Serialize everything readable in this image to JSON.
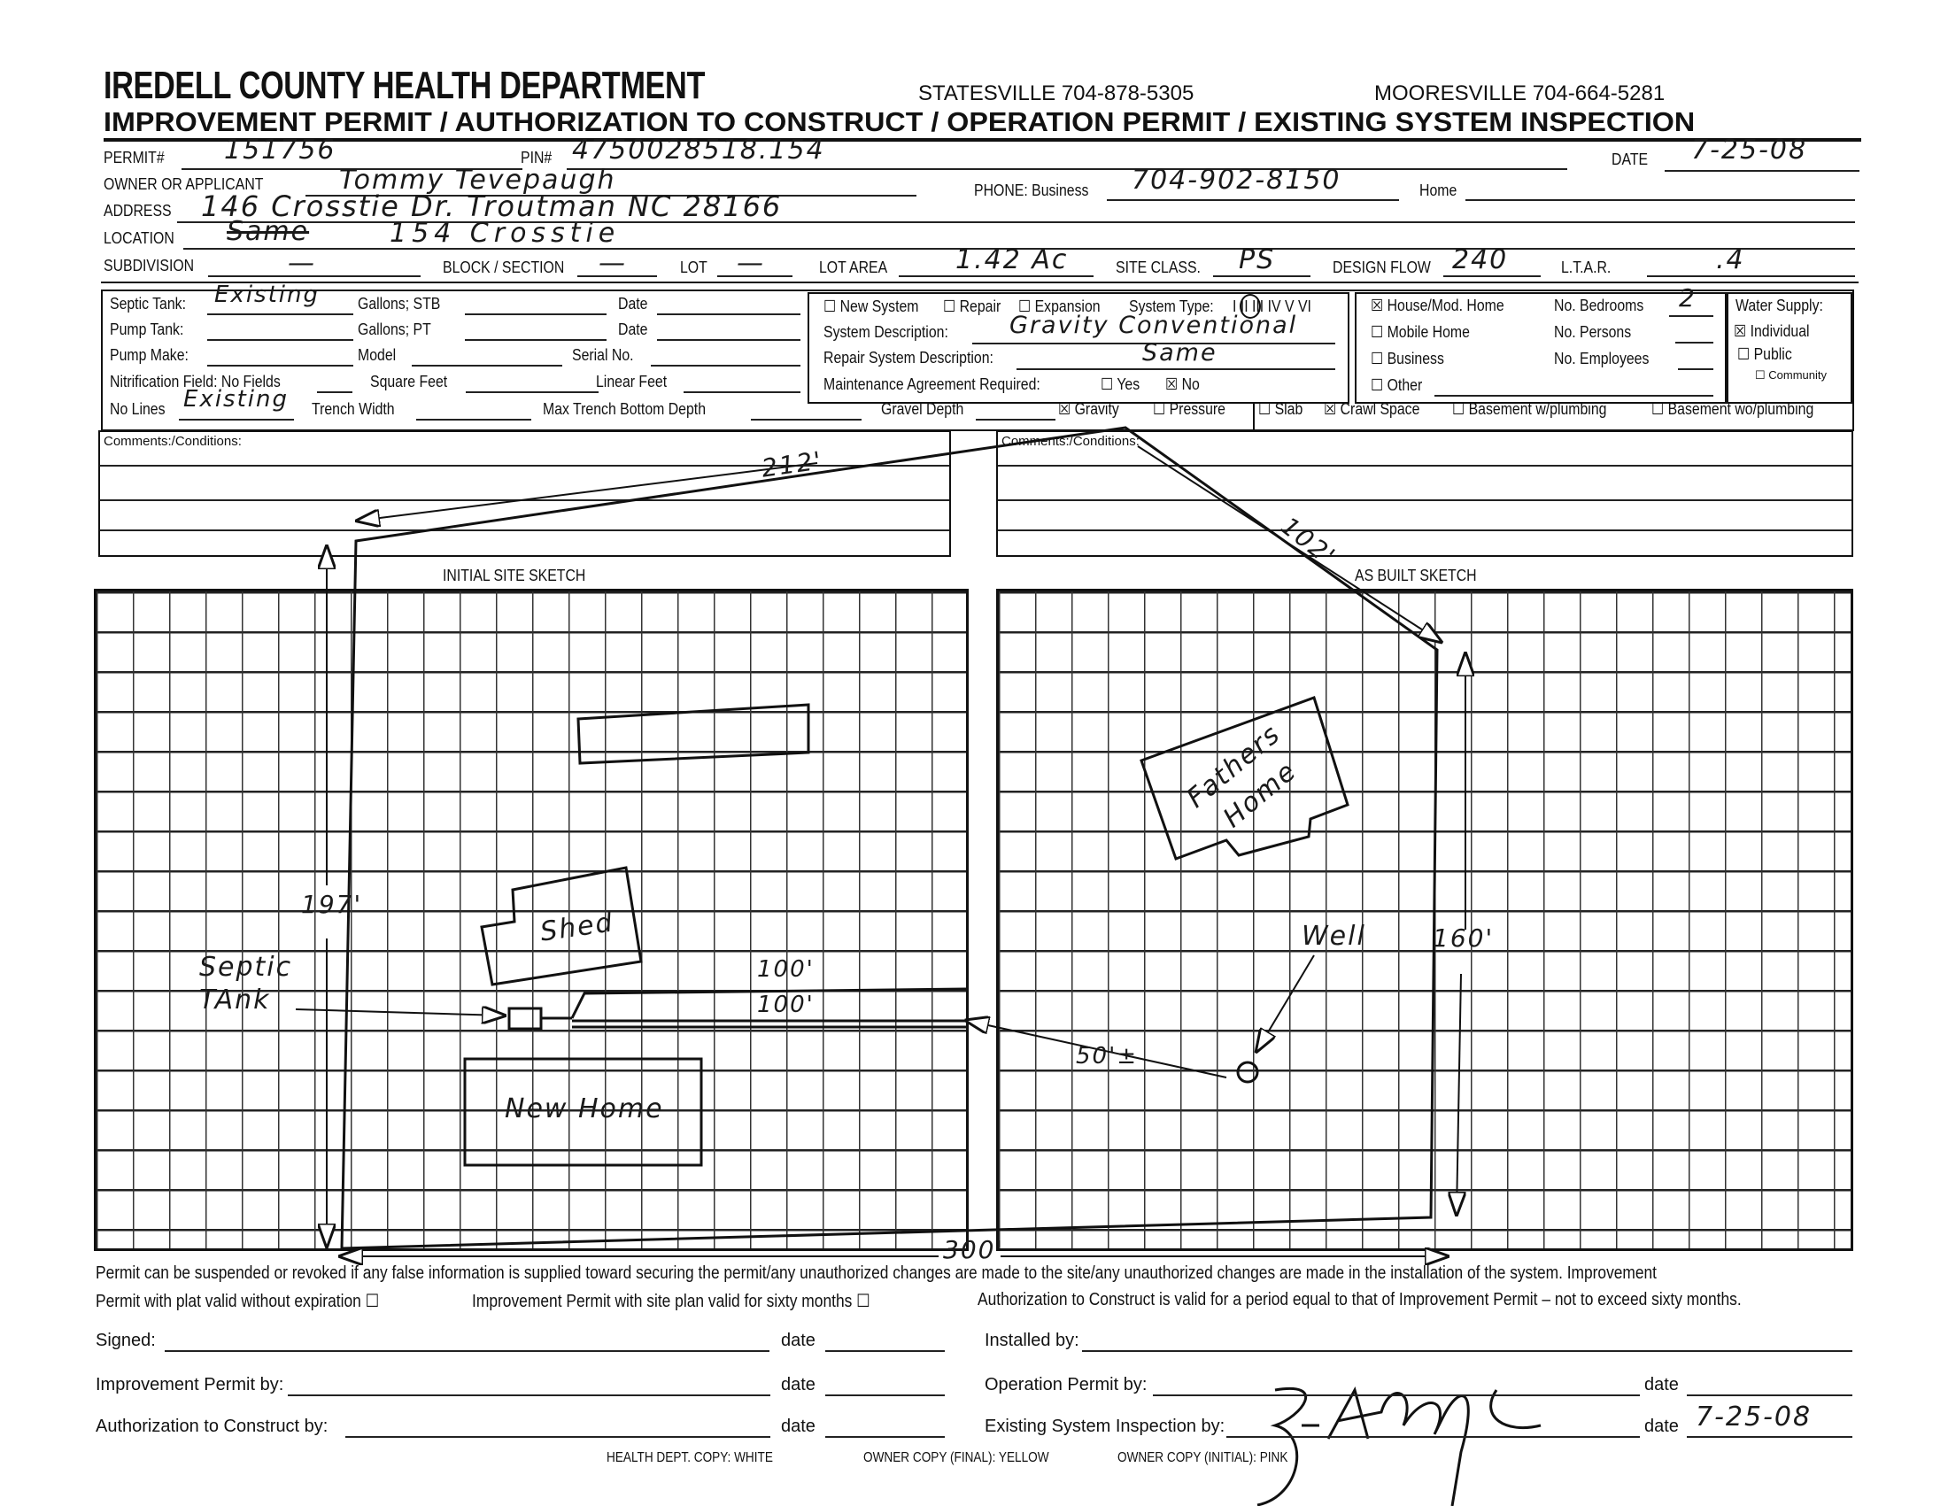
{
  "header": {
    "title": "IREDELL COUNTY HEALTH DEPARTMENT",
    "statesville": "STATESVILLE 704-878-5305",
    "mooresville": "MOORESVILLE 704-664-5281",
    "subtitle": "IMPROVEMENT PERMIT / AUTHORIZATION TO CONSTRUCT / OPERATION PERMIT / EXISTING SYSTEM INSPECTION"
  },
  "fields": {
    "permit_label": "PERMIT#",
    "permit": "151756",
    "pin_label": "PIN#",
    "pin": "4750028518.154",
    "date_label": "DATE",
    "date": "7-25-08",
    "owner_label": "OWNER OR APPLICANT",
    "owner": "Tommy Tevepaugh",
    "phone_label": "PHONE: Business",
    "phone": "704-902-8150",
    "home_label": "Home",
    "address_label": "ADDRESS",
    "address": "146 Crosstie Dr. Troutman NC 28166",
    "location_label": "LOCATION",
    "location_struck": "Same",
    "location": "154 Crosstie",
    "subdivision_label": "SUBDIVISION",
    "subdivision": "—",
    "block_label": "BLOCK / SECTION",
    "block": "—",
    "lot_label": "LOT",
    "lot": "—",
    "lot_area_label": "LOT AREA",
    "lot_area": "1.42 Ac",
    "site_class_label": "SITE CLASS.",
    "site_class": "PS",
    "design_flow_label": "DESIGN FLOW",
    "design_flow": "240",
    "ltar_label": "L.T.A.R.",
    "ltar": ".4"
  },
  "tank": {
    "septic_label": "Septic Tank:",
    "septic": "Existing",
    "gallons_stb": "Gallons;  STB",
    "date1": "Date",
    "pump_label": "Pump Tank:",
    "gallons_pt": "Gallons;  PT",
    "date2": "Date",
    "pump_make": "Pump Make:",
    "model": "Model",
    "serial": "Serial No.",
    "nitrification": "Nitrification Field: No Fields",
    "square_feet": "Square Feet",
    "linear_feet": "Linear Feet",
    "no_lines_label": "No Lines",
    "no_lines": "Existing",
    "trench_width": "Trench Width",
    "max_depth": "Max Trench Bottom Depth",
    "gravel_depth": "Gravel Depth"
  },
  "system": {
    "new_system": "☐ New System",
    "repair": "☐ Repair",
    "expansion": "☐ Expansion",
    "system_type_label": "System Type:",
    "system_types": "I  II  III  IV  V  VI",
    "system_type_selected": "II",
    "description_label": "System Description:",
    "description": "Gravity Conventional",
    "repair_label": "Repair System Description:",
    "repair_desc": "Same",
    "maintenance_label": "Maintenance Agreement Required:",
    "yes": "☐ Yes",
    "no": "☒ No",
    "gravity": "☒ Gravity",
    "pressure": "☐ Pressure",
    "slab": "☐ Slab",
    "crawl": "☒ Crawl Space",
    "bsmt_w": "☐ Basement w/plumbing",
    "bsmt_wo": "☐ Basement wo/plumbing"
  },
  "facility": {
    "house": "☒ House/Mod. Home",
    "mobile": "☐ Mobile Home",
    "business": "☐ Business",
    "other": "☐ Other",
    "bedrooms_label": "No. Bedrooms",
    "bedrooms": "2",
    "persons_label": "No. Persons",
    "employees_label": "No. Employees"
  },
  "water": {
    "label": "Water Supply:",
    "individual": "☒ Individual",
    "public": "☐ Public",
    "community": "☐ Community"
  },
  "comments": {
    "left_label": "Comments:/Conditions:",
    "right_label": "Comments:/Conditions:"
  },
  "sketch": {
    "initial_label": "INITIAL SITE SKETCH",
    "as_built_label": "AS BUILT SKETCH",
    "d212": "212'",
    "d102": "102'",
    "d197": "197'",
    "d160": "160'",
    "d300": "300'",
    "d100a": "100'",
    "d100b": "100'",
    "d50": "50'±",
    "shed": "Shed",
    "new_home": "New Home",
    "septic": "Septic",
    "tank": "TAnk",
    "fathers": "Fathers",
    "home": "Home",
    "well": "Well"
  },
  "footer": {
    "notice1": "Permit can be suspended or revoked if any false information is supplied toward securing the permit/any unauthorized changes are made to the site/any unauthorized changes are made in the installation of the system. Improvement",
    "plat": "Permit with plat valid without expiration ☐",
    "siteplan": "Improvement Permit with site plan valid for sixty months ☐",
    "auth_valid": "Authorization to Construct is valid for a period equal to that of Improvement Permit – not to exceed sixty months.",
    "signed": "Signed:",
    "date": "date",
    "installed": "Installed by:",
    "improvement_by": "Improvement Permit by:",
    "operation_by": "Operation Permit by:",
    "auth_by": "Authorization to Construct by:",
    "existing_by": "Existing System Inspection by:",
    "existing_date": "7-25-08",
    "copy_white": "HEALTH DEPT. COPY: WHITE",
    "copy_yellow": "OWNER COPY (FINAL): YELLOW",
    "copy_pink": "OWNER COPY (INITIAL): PINK"
  }
}
